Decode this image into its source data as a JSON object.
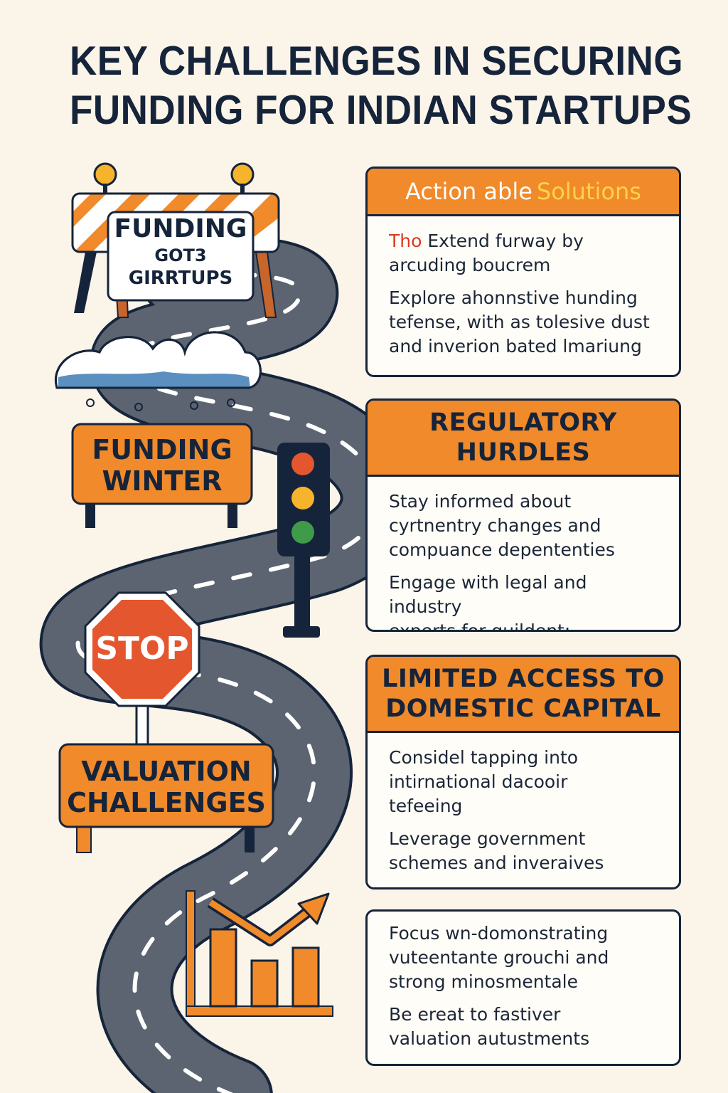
{
  "title": {
    "line1": "KEY CHALLENGES IN SECURING",
    "line2": "FUNDING FOR INDIAN STARTUPS"
  },
  "signs": {
    "barrier": {
      "line1": "FUNDING",
      "line2": "GOT3",
      "line3": "GIRRTUPS"
    },
    "funding_winter": {
      "line1": "FUNDING",
      "line2": "WINTER"
    },
    "stop": {
      "label": "STOP"
    },
    "valuation": {
      "line1": "VALUATION",
      "line2": "CHALLENGES"
    }
  },
  "cards": {
    "solutions": {
      "heading_a": "Action able",
      "heading_b": "Solutions",
      "p1_prefix": "Tho",
      "p1_line1": " Extend furway by",
      "p1_line2": "arcuding boucrem",
      "p2_line1": "Explore ahonnstive hunding",
      "p2_line2": "tefense, with as tolesive dust",
      "p2_line3": "and inverion bated lmariung"
    },
    "regulatory": {
      "heading_line1": "REGULATORY",
      "heading_line2": "HURDLES",
      "p1_line1": "Stay informed about",
      "p1_line2": "cyrtnentry changes and",
      "p1_line3": "compuance depententies",
      "p2_line1": "Engage with legal and industry",
      "p2_line2": "experts for guildent:"
    },
    "domestic": {
      "heading_line1": "LIMITED ACCESS TO",
      "heading_line2": "DOMESTIC CAPITAL",
      "p1_line1": "Considel tapping into",
      "p1_line2": "intirnational dacooir",
      "p1_line3": "tefeeing",
      "p2_line1": "Leverage government",
      "p2_line2": "schemes and inveraives"
    },
    "valuation": {
      "p1_line1": "Focus wn-domonstrating",
      "p1_line2": "vuteentante grouchi and",
      "p1_line3": "strong minosmentale",
      "p2_line1": "Be ereat to fastiver",
      "p2_line2": "valuation autustments"
    }
  },
  "colors": {
    "background": "#fbf4e8",
    "orange": "#f08a2a",
    "navy": "#15243a",
    "road": "#5b6470",
    "stop_red": "#e4572e",
    "traffic_red": "#e4572e",
    "traffic_yellow": "#f6b42c",
    "traffic_green": "#3f9a4a"
  },
  "icons": [
    "barrier-icon",
    "cloud-icon",
    "traffic-light-icon",
    "stop-sign-icon",
    "growth-chart-icon",
    "road-icon"
  ]
}
